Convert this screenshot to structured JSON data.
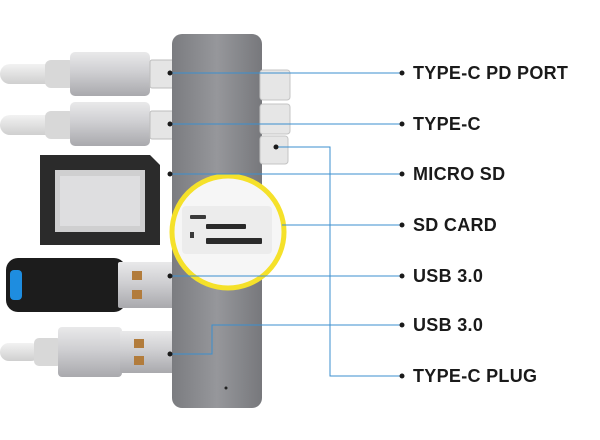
{
  "labels": [
    {
      "id": "typec-pd",
      "text": "TYPE-C PD PORT"
    },
    {
      "id": "typec",
      "text": "TYPE-C"
    },
    {
      "id": "micro-sd",
      "text": "MICRO SD"
    },
    {
      "id": "sd-card",
      "text": "SD CARD"
    },
    {
      "id": "usb30-a",
      "text": "USB 3.0"
    },
    {
      "id": "usb30-b",
      "text": "USB 3.0"
    },
    {
      "id": "typec-plug",
      "text": "TYPE-C PLUG"
    }
  ],
  "colors": {
    "leader_line": "#3b8fcf",
    "hub_body": "#8b8c90",
    "magnifier_ring": "#f5e12a",
    "usb_accent": "#1e8de0",
    "label_text": "#1a1a1a"
  },
  "icons": [
    "usb-a-cable-icon",
    "usb-flash-drive-icon",
    "sd-card-icon",
    "hub-device-icon",
    "magnifier-icon"
  ]
}
